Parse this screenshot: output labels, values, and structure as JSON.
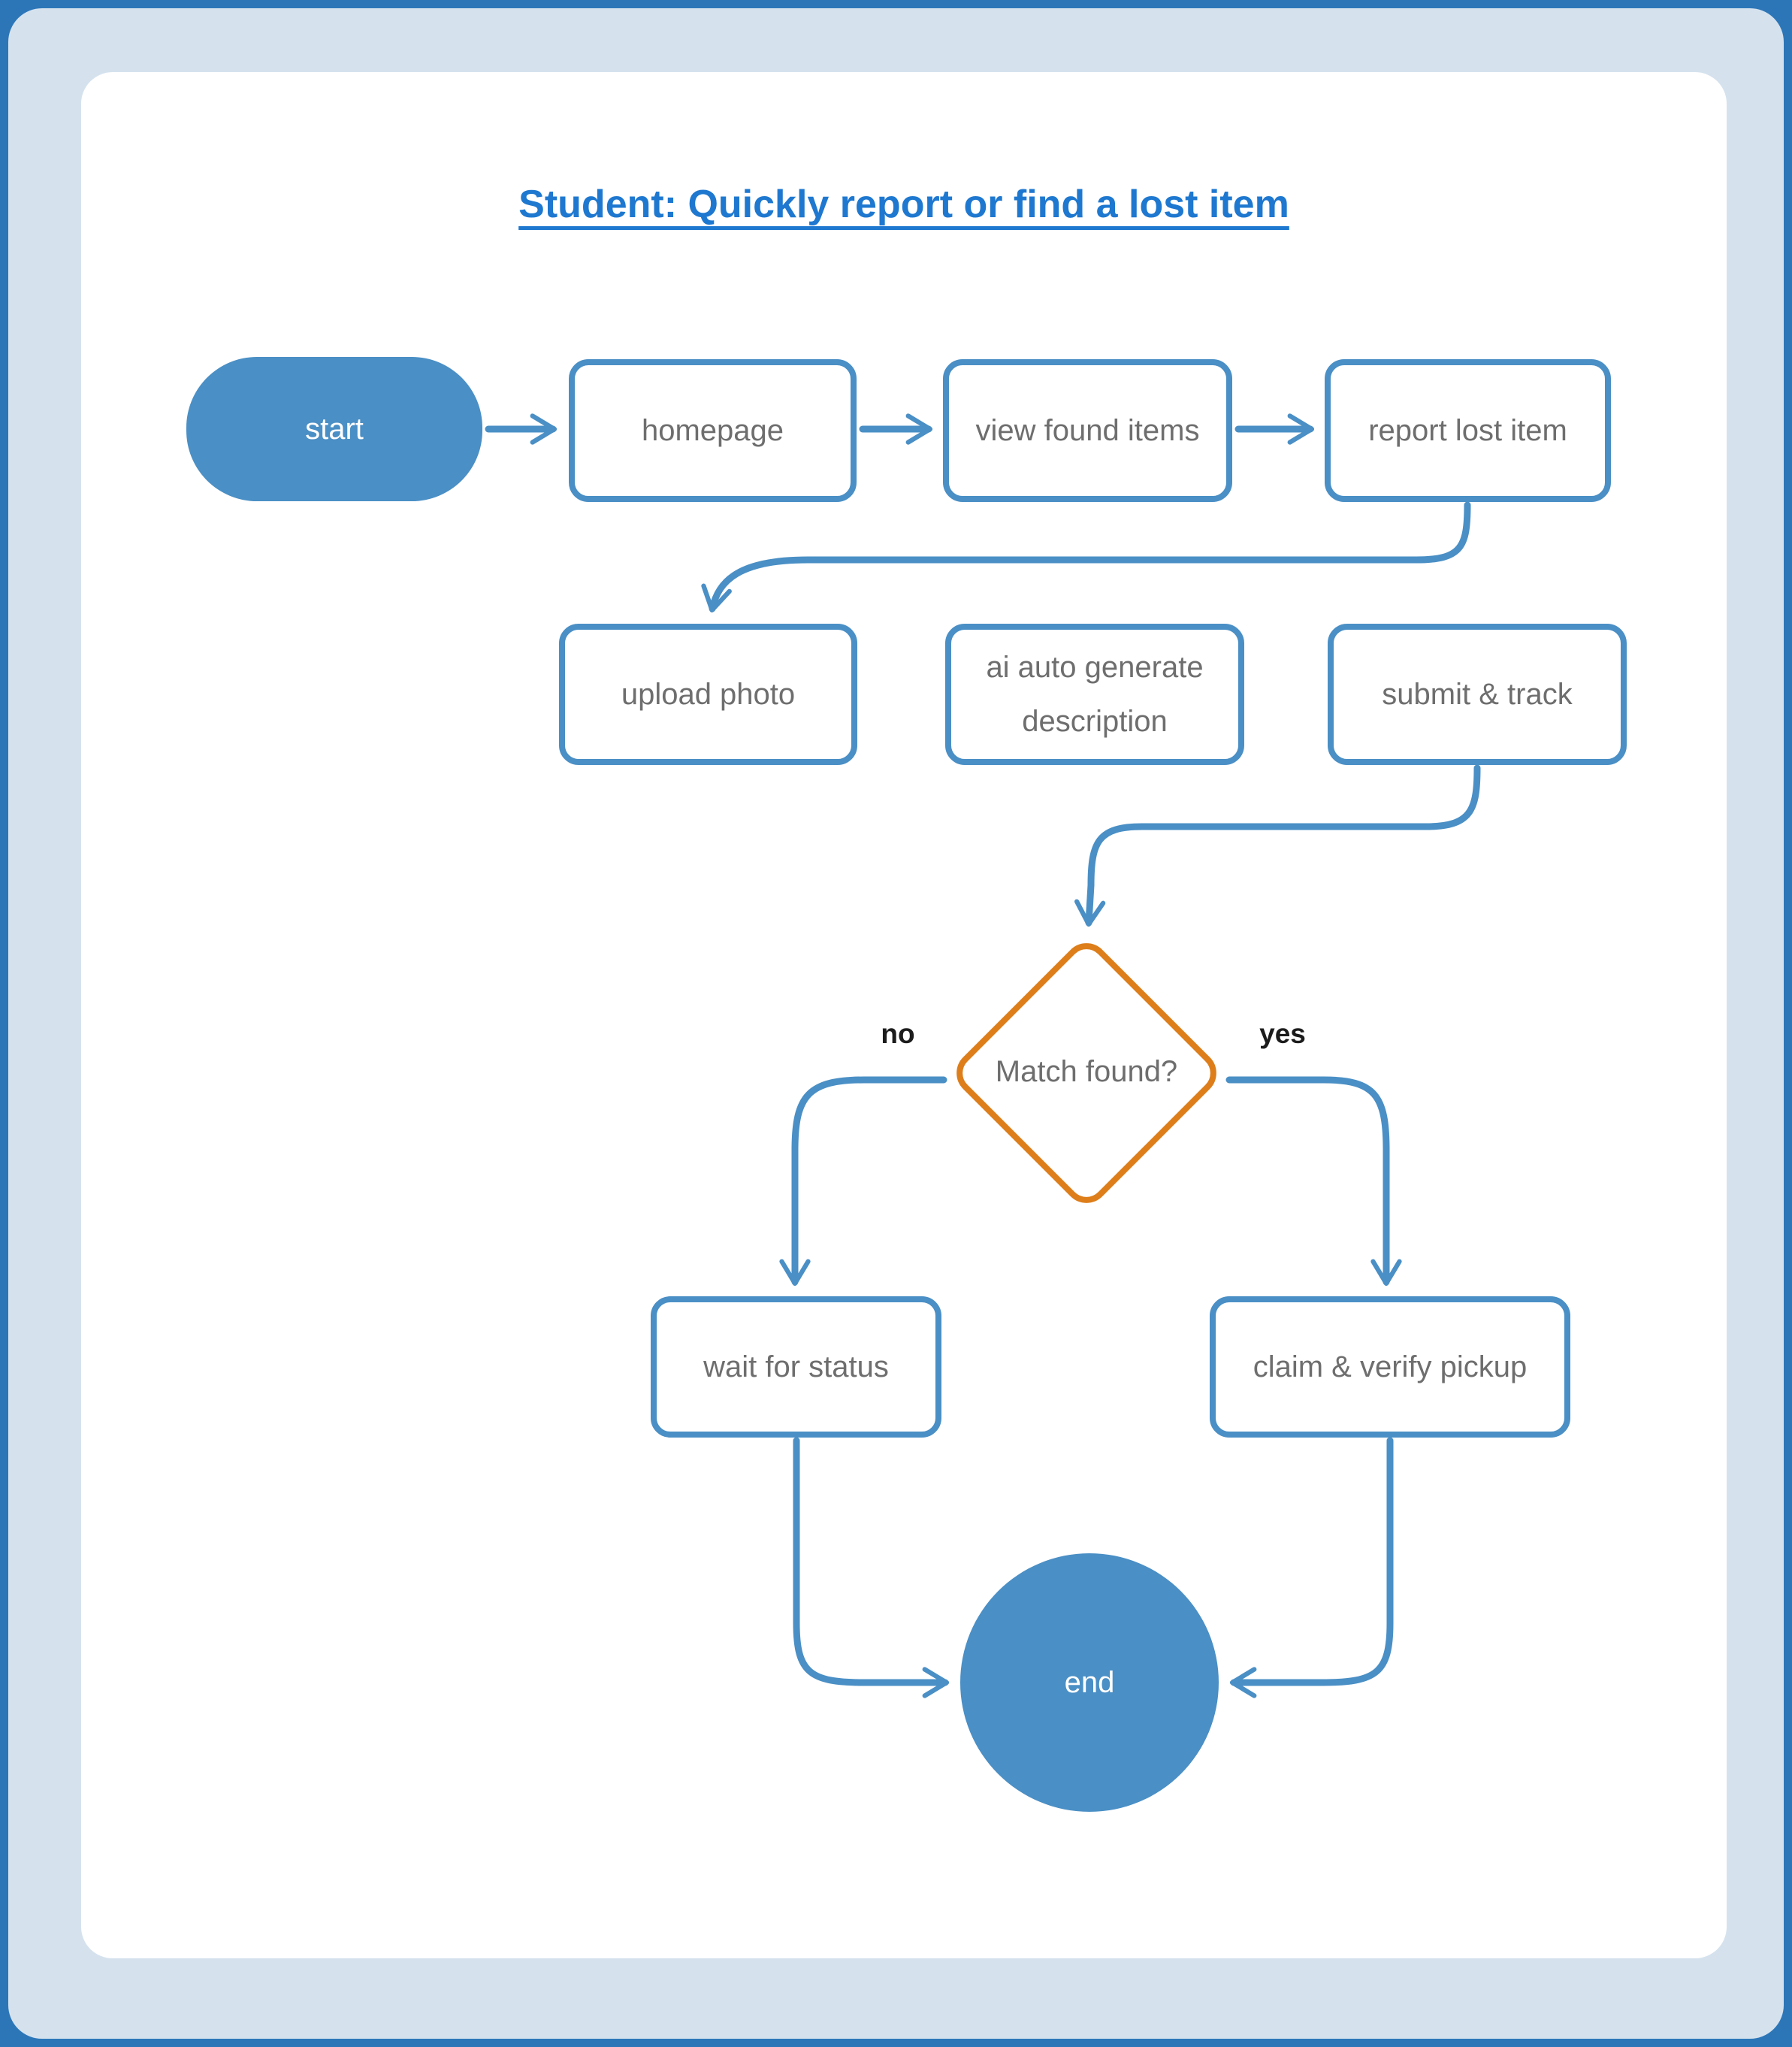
{
  "title": {
    "text": "Student: Quickly report or find a lost item"
  },
  "colors": {
    "frame": "#2c76b8",
    "page_background": "#d5e2ee",
    "card_background": "#ffffff",
    "accent_blue": "#4a8fc5",
    "decision_orange": "#dd7e1a",
    "title_blue": "#1e78d0",
    "node_text_gray": "#6e6e6e",
    "branch_label_black": "#1c1c1c"
  },
  "nodes": {
    "start": {
      "label": "start",
      "shape": "pill"
    },
    "homepage": {
      "label": "homepage",
      "shape": "process"
    },
    "view_found_items": {
      "label": "view found items",
      "shape": "process"
    },
    "report_lost_item": {
      "label": "report lost item",
      "shape": "process"
    },
    "upload_photo": {
      "label": "upload photo",
      "shape": "process"
    },
    "ai_auto_generate_description": {
      "label": "ai auto generate description",
      "shape": "process"
    },
    "submit_track": {
      "label": "submit & track",
      "shape": "process"
    },
    "match_found": {
      "label": "Match found?",
      "shape": "decision"
    },
    "wait_for_status": {
      "label": "wait for status",
      "shape": "process"
    },
    "claim_verify_pickup": {
      "label": "claim & verify pickup",
      "shape": "process"
    },
    "end": {
      "label": "end",
      "shape": "circle"
    }
  },
  "branches": {
    "no": "no",
    "yes": "yes"
  }
}
